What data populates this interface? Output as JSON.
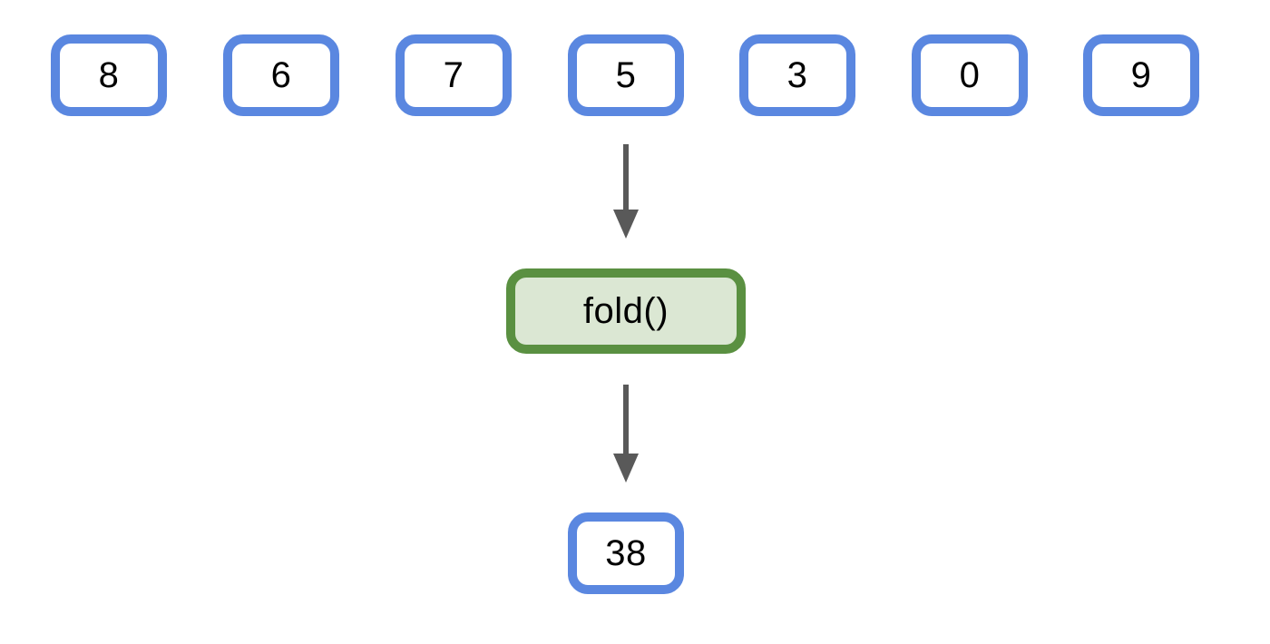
{
  "diagram": {
    "title": "fold() reduction diagram",
    "colors": {
      "value_border": "#5a87e0",
      "value_fill": "#ffffff",
      "op_border": "#5a9041",
      "op_fill": "#dbe7d3",
      "arrow": "#595959",
      "text": "#000000",
      "background": "#ffffff"
    },
    "inputs": [
      {
        "label": "8"
      },
      {
        "label": "6"
      },
      {
        "label": "7"
      },
      {
        "label": "5"
      },
      {
        "label": "3"
      },
      {
        "label": "0"
      },
      {
        "label": "9"
      }
    ],
    "operation": {
      "label": "fold()"
    },
    "result": {
      "label": "38"
    },
    "arrows": [
      {
        "name": "inputs-to-fold"
      },
      {
        "name": "fold-to-result"
      }
    ]
  }
}
